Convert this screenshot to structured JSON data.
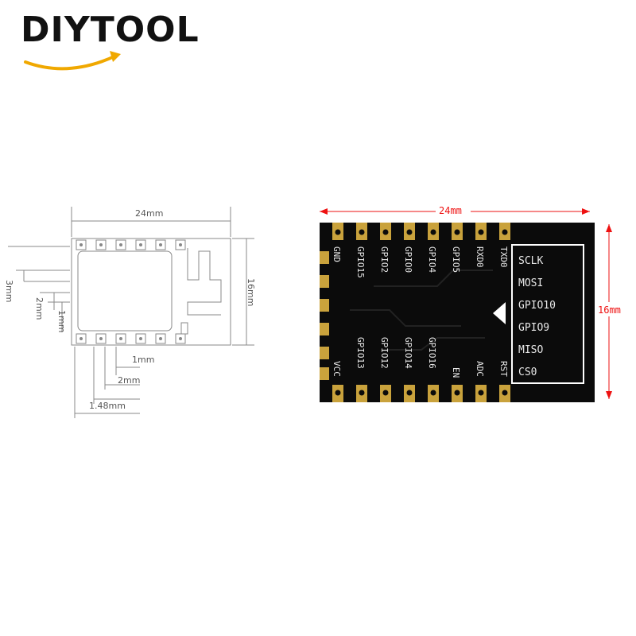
{
  "logo": {
    "text": "DIYTOOL",
    "swoosh_color": "#f0a800",
    "text_color": "#111111"
  },
  "drawing": {
    "width_label": "24mm",
    "height_label": "16mm",
    "dim_3mm": "3mm",
    "dim_2mm_left": "2mm",
    "dim_1mm_left": "1mm",
    "dim_1mm_bottom": "1mm",
    "dim_2mm_bottom": "2mm",
    "dim_148mm": "1.48mm",
    "line_color": "#888888"
  },
  "module": {
    "width_label": "24mm",
    "height_label": "16mm",
    "dimension_color": "#e11111",
    "board_color": "#0b0b0b",
    "pad_color": "#c9a23c",
    "top_labels": [
      "GND",
      "GPIO15",
      "GPIO2",
      "GPIO0",
      "GPIO4",
      "GPIO5",
      "RXD0",
      "TXD0"
    ],
    "bottom_labels": [
      "VCC",
      "GPIO13",
      "GPIO12",
      "GPIO14",
      "GPIO16",
      "EN",
      "ADC",
      "RST"
    ],
    "right_labels": [
      "SCLK",
      "MOSI",
      "GPIO10",
      "GPIO9",
      "MISO",
      "CS0"
    ]
  }
}
